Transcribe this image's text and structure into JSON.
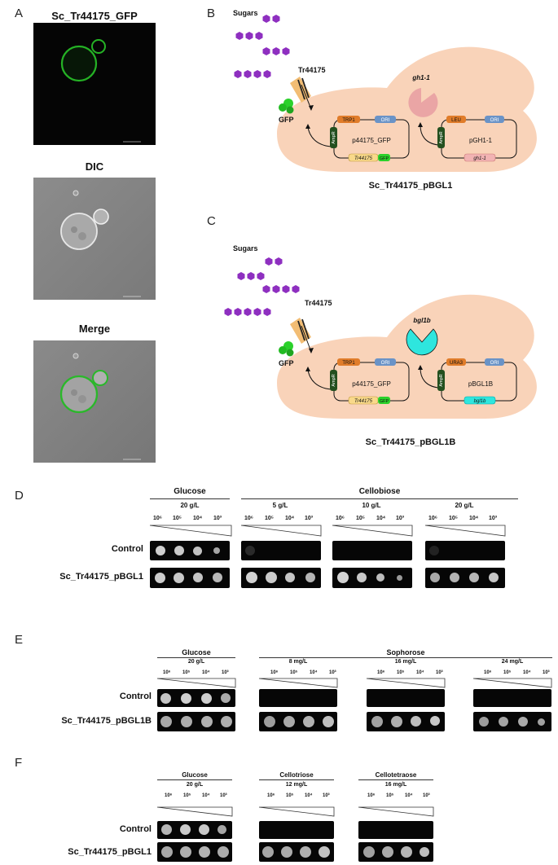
{
  "panel_letters": {
    "a": "A",
    "b": "B",
    "c": "C",
    "d": "D",
    "e": "E",
    "f": "F"
  },
  "panel_a": {
    "titles": [
      "Sc_Tr44175_GFP",
      "DIC",
      "Merge"
    ]
  },
  "panel_b": {
    "sugars_label": "Sugars",
    "transporter_label": "Tr44175",
    "gfp_label": "GFP",
    "enzyme_label": "gh1-1",
    "plasmid1": {
      "name": "p44175_GFP",
      "marker": "TRP1",
      "ori": "ORI",
      "amp": "AmpR",
      "gene": "Tr44175",
      "tag": "GFP"
    },
    "plasmid2": {
      "name": "pGH1-1",
      "marker": "LEU",
      "ori": "ORI",
      "amp": "AmpR",
      "gene": "gh1-1"
    },
    "strain_label": "Sc_Tr44175_pBGL1"
  },
  "panel_c": {
    "sugars_label": "Sugars",
    "transporter_label": "Tr44175",
    "gfp_label": "GFP",
    "enzyme_label": "bgl1b",
    "plasmid1": {
      "name": "p44175_GFP",
      "marker": "TRP1",
      "ori": "ORI",
      "amp": "AmpR",
      "gene": "Tr44175",
      "tag": "GFP"
    },
    "plasmid2": {
      "name": "pBGL1B",
      "marker": "URA3",
      "ori": "ORI",
      "amp": "AmpR",
      "gene": "bgl1b"
    },
    "strain_label": "Sc_Tr44175_pBGL1B"
  },
  "panel_d": {
    "groups": [
      {
        "title": "Glucose",
        "subs": [
          "20 g/L"
        ]
      },
      {
        "title": "Cellobiose",
        "subs": [
          "5 g/L",
          "10 g/L",
          "20 g/L"
        ]
      }
    ],
    "dilutions": [
      "10⁶",
      "10⁵",
      "10⁴",
      "10³"
    ],
    "rows": [
      "Control",
      "Sc_Tr44175_pBGL1"
    ]
  },
  "panel_e": {
    "groups": [
      {
        "title": "Glucose",
        "subs": [
          "20 g/L"
        ]
      },
      {
        "title": "Sophorose",
        "subs": [
          "8 mg/L",
          "16 mg/L",
          "24 mg/L"
        ]
      }
    ],
    "dilutions": [
      "10⁶",
      "10⁵",
      "10⁴",
      "10³"
    ],
    "rows": [
      "Control",
      "Sc_Tr44175_pBGL1B"
    ]
  },
  "panel_f": {
    "groups": [
      {
        "title": "Glucose",
        "subs": [
          "20 g/L"
        ]
      },
      {
        "title": "Cellotriose",
        "subs": [
          "12 mg/L"
        ]
      },
      {
        "title": "Cellotetraose",
        "subs": [
          "16 mg/L"
        ]
      }
    ],
    "dilutions": [
      "10⁶",
      "10⁵",
      "10⁴",
      "10³"
    ],
    "rows": [
      "Control",
      "Sc_Tr44175_pBGL1"
    ]
  },
  "colors": {
    "cell": "#f9d3b9",
    "sugar": "#8e2fc0",
    "transporter": "#f2bd74",
    "gfp": "#2bd12b",
    "gh1_enzyme": "#eaa5a5",
    "bgl1b_enzyme": "#2ee6de",
    "marker_orange": "#e07c2a",
    "ori_blue": "#6a93c7",
    "amp_green": "#24501f"
  }
}
